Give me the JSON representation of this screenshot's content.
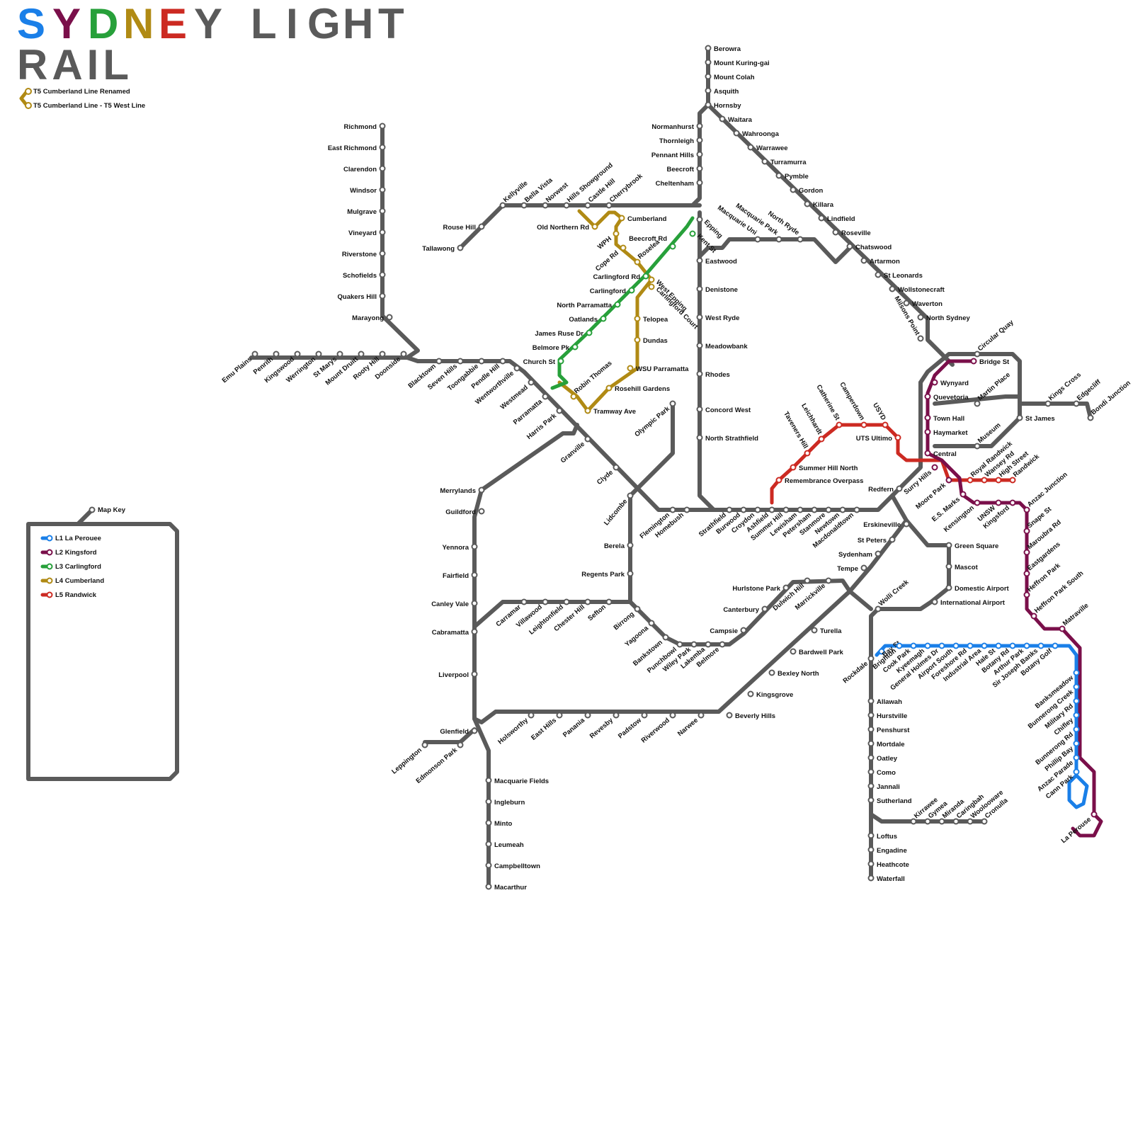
{
  "title": {
    "line1_letters": [
      {
        "char": "S",
        "color": "#1a7fe8"
      },
      {
        "char": "Y",
        "color": "#7a0f4a"
      },
      {
        "char": "D",
        "color": "#27a03a"
      },
      {
        "char": "N",
        "color": "#b08a14"
      },
      {
        "char": "E",
        "color": "#cc2a22"
      },
      {
        "char": "Y",
        "color": "#5a5a5a"
      },
      {
        "char": " ",
        "color": "#5a5a5a"
      },
      {
        "char": "L",
        "color": "#5a5a5a"
      },
      {
        "char": "I",
        "color": "#5a5a5a"
      },
      {
        "char": "G",
        "color": "#5a5a5a"
      },
      {
        "char": "H",
        "color": "#5a5a5a"
      },
      {
        "char": "T",
        "color": "#5a5a5a"
      }
    ],
    "line2": "RAIL"
  },
  "top_notes": [
    {
      "text": "T5 Cumberland Line Renamed",
      "color": "#b08a14"
    },
    {
      "text": "T5 Cumberland Line - T5 West Line",
      "color": "#b08a14"
    }
  ],
  "map_key": {
    "label": "Map Key",
    "items": [
      {
        "text": "L1 La Perouee",
        "color": "#1a7fe8"
      },
      {
        "text": "L2 Kingsford",
        "color": "#7a0f4a"
      },
      {
        "text": "L3 Carlingford",
        "color": "#27a03a"
      },
      {
        "text": "L4 Cumberland",
        "color": "#b08a14"
      },
      {
        "text": "L5 Randwick",
        "color": "#cc2a22"
      }
    ]
  },
  "colors": {
    "network": "#5a5a5a",
    "L1": "#1a7fe8",
    "L2": "#7a0f4a",
    "L3": "#27a03a",
    "L4": "#b08a14",
    "L5": "#cc2a22"
  },
  "lines": [
    {
      "name": "L1 La Perouee",
      "stations": [
        "Bay St",
        "Brighton",
        "Cook Park",
        "Kyeemagh",
        "General Holmes Dr",
        "Airport South",
        "Foreshore Rd",
        "Industrial Area",
        "Hale St",
        "Botany Rd",
        "Arthur Park",
        "Sir Joseph Banks",
        "Botany Golf",
        "Banksmeadow",
        "Bunnerong Creek",
        "Military Rd",
        "Chifley",
        "Bunnerong Rd",
        "Phillip Bay",
        "Anzac Parade",
        "Cann Park",
        "La Perouse"
      ]
    },
    {
      "name": "L2 Kingsford",
      "stations": [
        "Bridge St",
        "Wynyard",
        "Quevetoria",
        "Town Hall",
        "Haymarket",
        "Central",
        "Surry Hills",
        "Moore Park",
        "E.S. Marks",
        "Kensington",
        "UNSW",
        "Kingsford",
        "Anzac Junction",
        "Snape St",
        "Maroubra Rd",
        "Eastgardens",
        "Heffron Park",
        "Heffron Park South",
        "Matraville"
      ]
    },
    {
      "name": "L3 Carlingford",
      "stations": [
        "Epping",
        "Kent St",
        "Beecroft Rd",
        "Carlingford Rd",
        "Carlingford",
        "North Parramatta",
        "Oatlands",
        "James Ruse Dr",
        "Belmore Pk",
        "Church St"
      ]
    },
    {
      "name": "L4 Cumberland",
      "stations": [
        "Old Northern Rd",
        "Cumberland",
        "WPH",
        "Cope Rd",
        "Roselea",
        "West Epping",
        "Carlingford Court",
        "Telopea",
        "Dundas",
        "WSU Parramatta",
        "Rosehill Gardens",
        "Tramway Ave",
        "Robin Thomas"
      ]
    },
    {
      "name": "L5 Randwick",
      "stations": [
        "Summer Hill",
        "Remembrance Overpass",
        "Summer Hill North",
        "Taveners Hill",
        "Leichhardt",
        "Catherine St",
        "Camperdown",
        "USYD",
        "UTS Ultimo",
        "Central",
        "Royal Randwick",
        "Wansey Rd",
        "High Street",
        "Randwick"
      ]
    }
  ]
}
